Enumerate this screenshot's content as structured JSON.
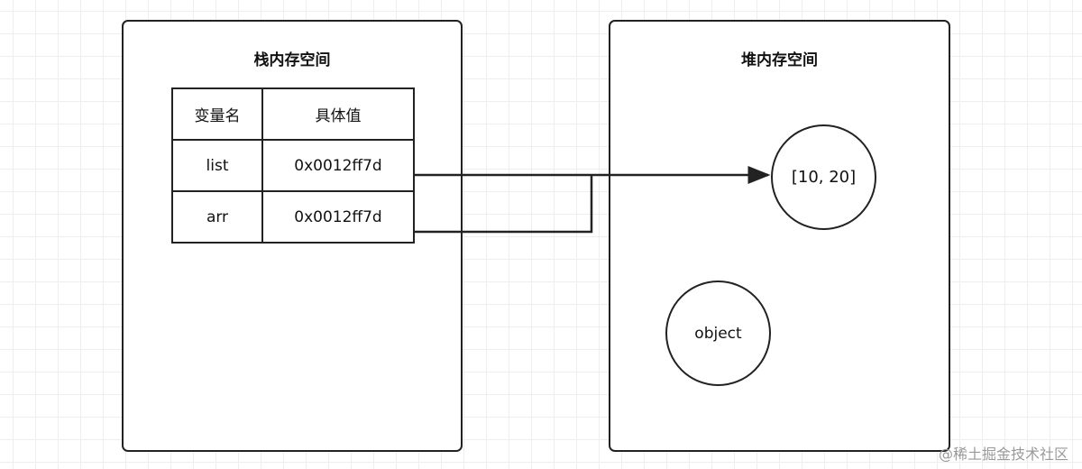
{
  "stack": {
    "title": "栈内存空间",
    "table": {
      "headers": [
        "变量名",
        "具体值"
      ],
      "rows": [
        {
          "name": "list",
          "value": "0x0012ff7d"
        },
        {
          "name": "arr",
          "value": "0x0012ff7d"
        }
      ]
    }
  },
  "heap": {
    "title": "堆内存空间",
    "nodes": [
      {
        "label": "[10, 20]"
      },
      {
        "label": "object"
      }
    ]
  },
  "watermark": "@稀土掘金技术社区",
  "colors": {
    "stroke": "#222222",
    "grid": "#eeeeee",
    "watermark": "#9a9a9a"
  }
}
